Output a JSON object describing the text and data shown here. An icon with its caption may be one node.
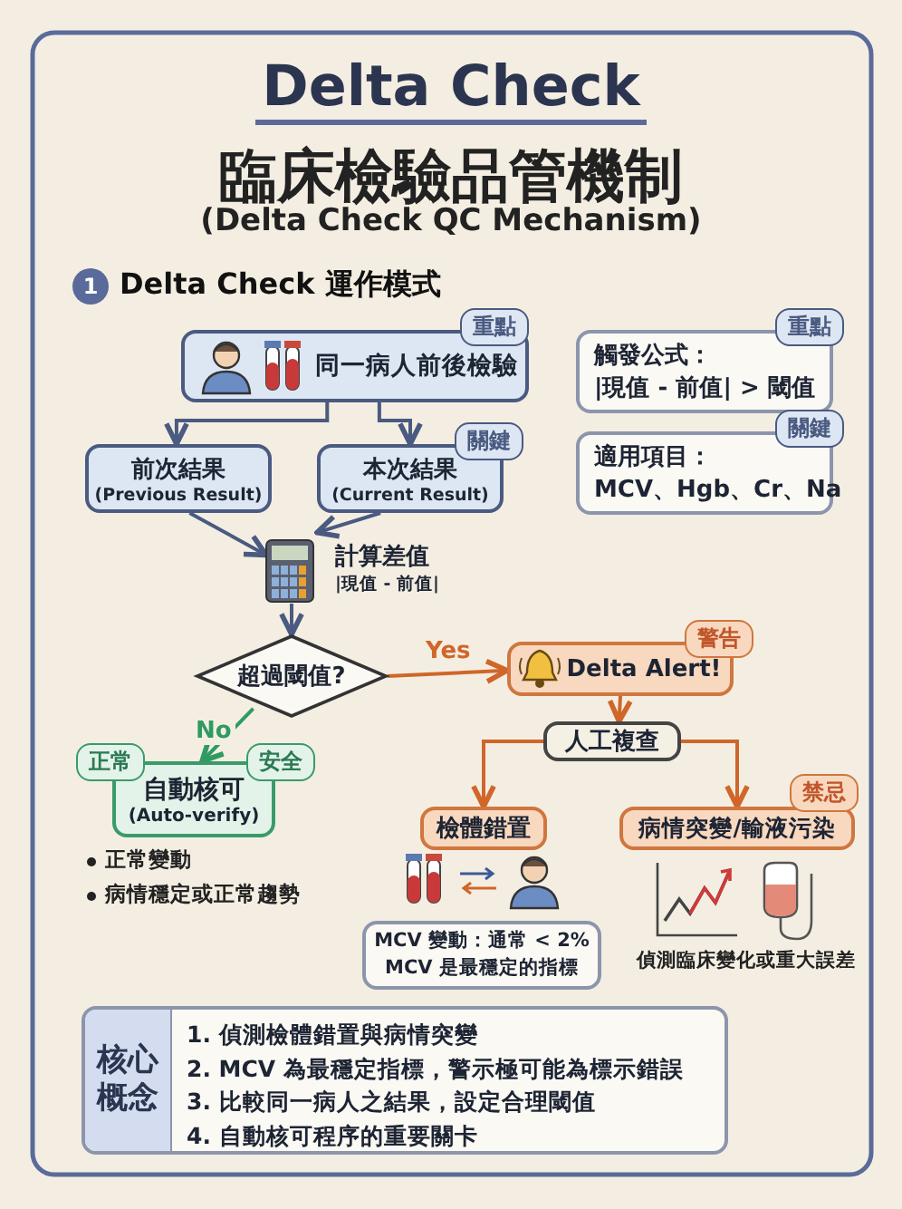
{
  "diagram": {
    "title": "Delta Check",
    "nodes": [
      {
        "text": [
          "重點",
          "同一病人前後檢驗"
        ]
      },
      {
        "text": [
          "重點",
          "觸發公式：",
          "|現值 - 前值| > 閾值"
        ]
      },
      {
        "text": [
          "關鍵",
          "適用項目：",
          "MCV、Hgb、Cr、Na"
        ]
      },
      {
        "text": [
          "前次結果",
          "(Previous Result)"
        ]
      },
      {
        "text": [
          "關鍵",
          "本次結果",
          "(Current Result)"
        ]
      },
      {
        "text": [
          "計算差值",
          "|現值 - 前值|"
        ]
      },
      {
        "text": [
          "超過閾值?"
        ]
      },
      {
        "text": [
          "警告",
          "Delta Alert!"
        ]
      },
      {
        "text": [
          "人工複查"
        ]
      },
      {
        "text": [
          "正常",
          "安全",
          "自動核可",
          "(Auto-verify)"
        ],
        "beside": [
          "正常變動",
          "病情穩定或正常趨勢"
        ]
      },
      {
        "text": [
          "檢體錯置"
        ]
      },
      {
        "text": [
          "禁忌",
          "病情突變/輸液污染"
        ]
      },
      {
        "text": [
          "MCV 變動：通常 < 2% MCV 是最穩定的指標"
        ]
      },
      {
        "text": [
          "核心概念",
          "1. 偵測檢體錯置與病情突變",
          "2. MCV 為最穩定指標，警示極可能為標示錯誤",
          "3. 比較同一病人之結果，設定合理閾值",
          "4. 自動核可程序的重要關卡"
        ]
      }
    ],
    "edges": [
      {
        "from": 0,
        "to": 3,
        "arrow": "to"
      },
      {
        "from": 0,
        "to": 4,
        "arrow": "to"
      },
      {
        "from": 3,
        "to": 5,
        "arrow": "to"
      },
      {
        "from": 4,
        "to": 5,
        "arrow": "to"
      },
      {
        "from": 5,
        "to": 6,
        "arrow": "to"
      },
      {
        "from": 6,
        "to": 7,
        "arrow": "to",
        "label": "Yes",
        "color": "#d0662a"
      },
      {
        "from": 6,
        "to": 9,
        "arrow": "to",
        "label": "No",
        "color": "#2f9a62"
      },
      {
        "from": 7,
        "to": 8,
        "arrow": "to",
        "color": "#d0662a"
      },
      {
        "from": 8,
        "to": 10,
        "arrow": "to",
        "color": "#d0662a"
      },
      {
        "from": 8,
        "to": 11,
        "arrow": "to",
        "color": "#d0662a"
      }
    ],
    "labels": [
      "臨床檢驗品管機制",
      "(Delta Check QC Mechanism)",
      "1",
      "Delta Check 運作模式",
      "偵測臨床變化或重大誤差"
    ]
  }
}
